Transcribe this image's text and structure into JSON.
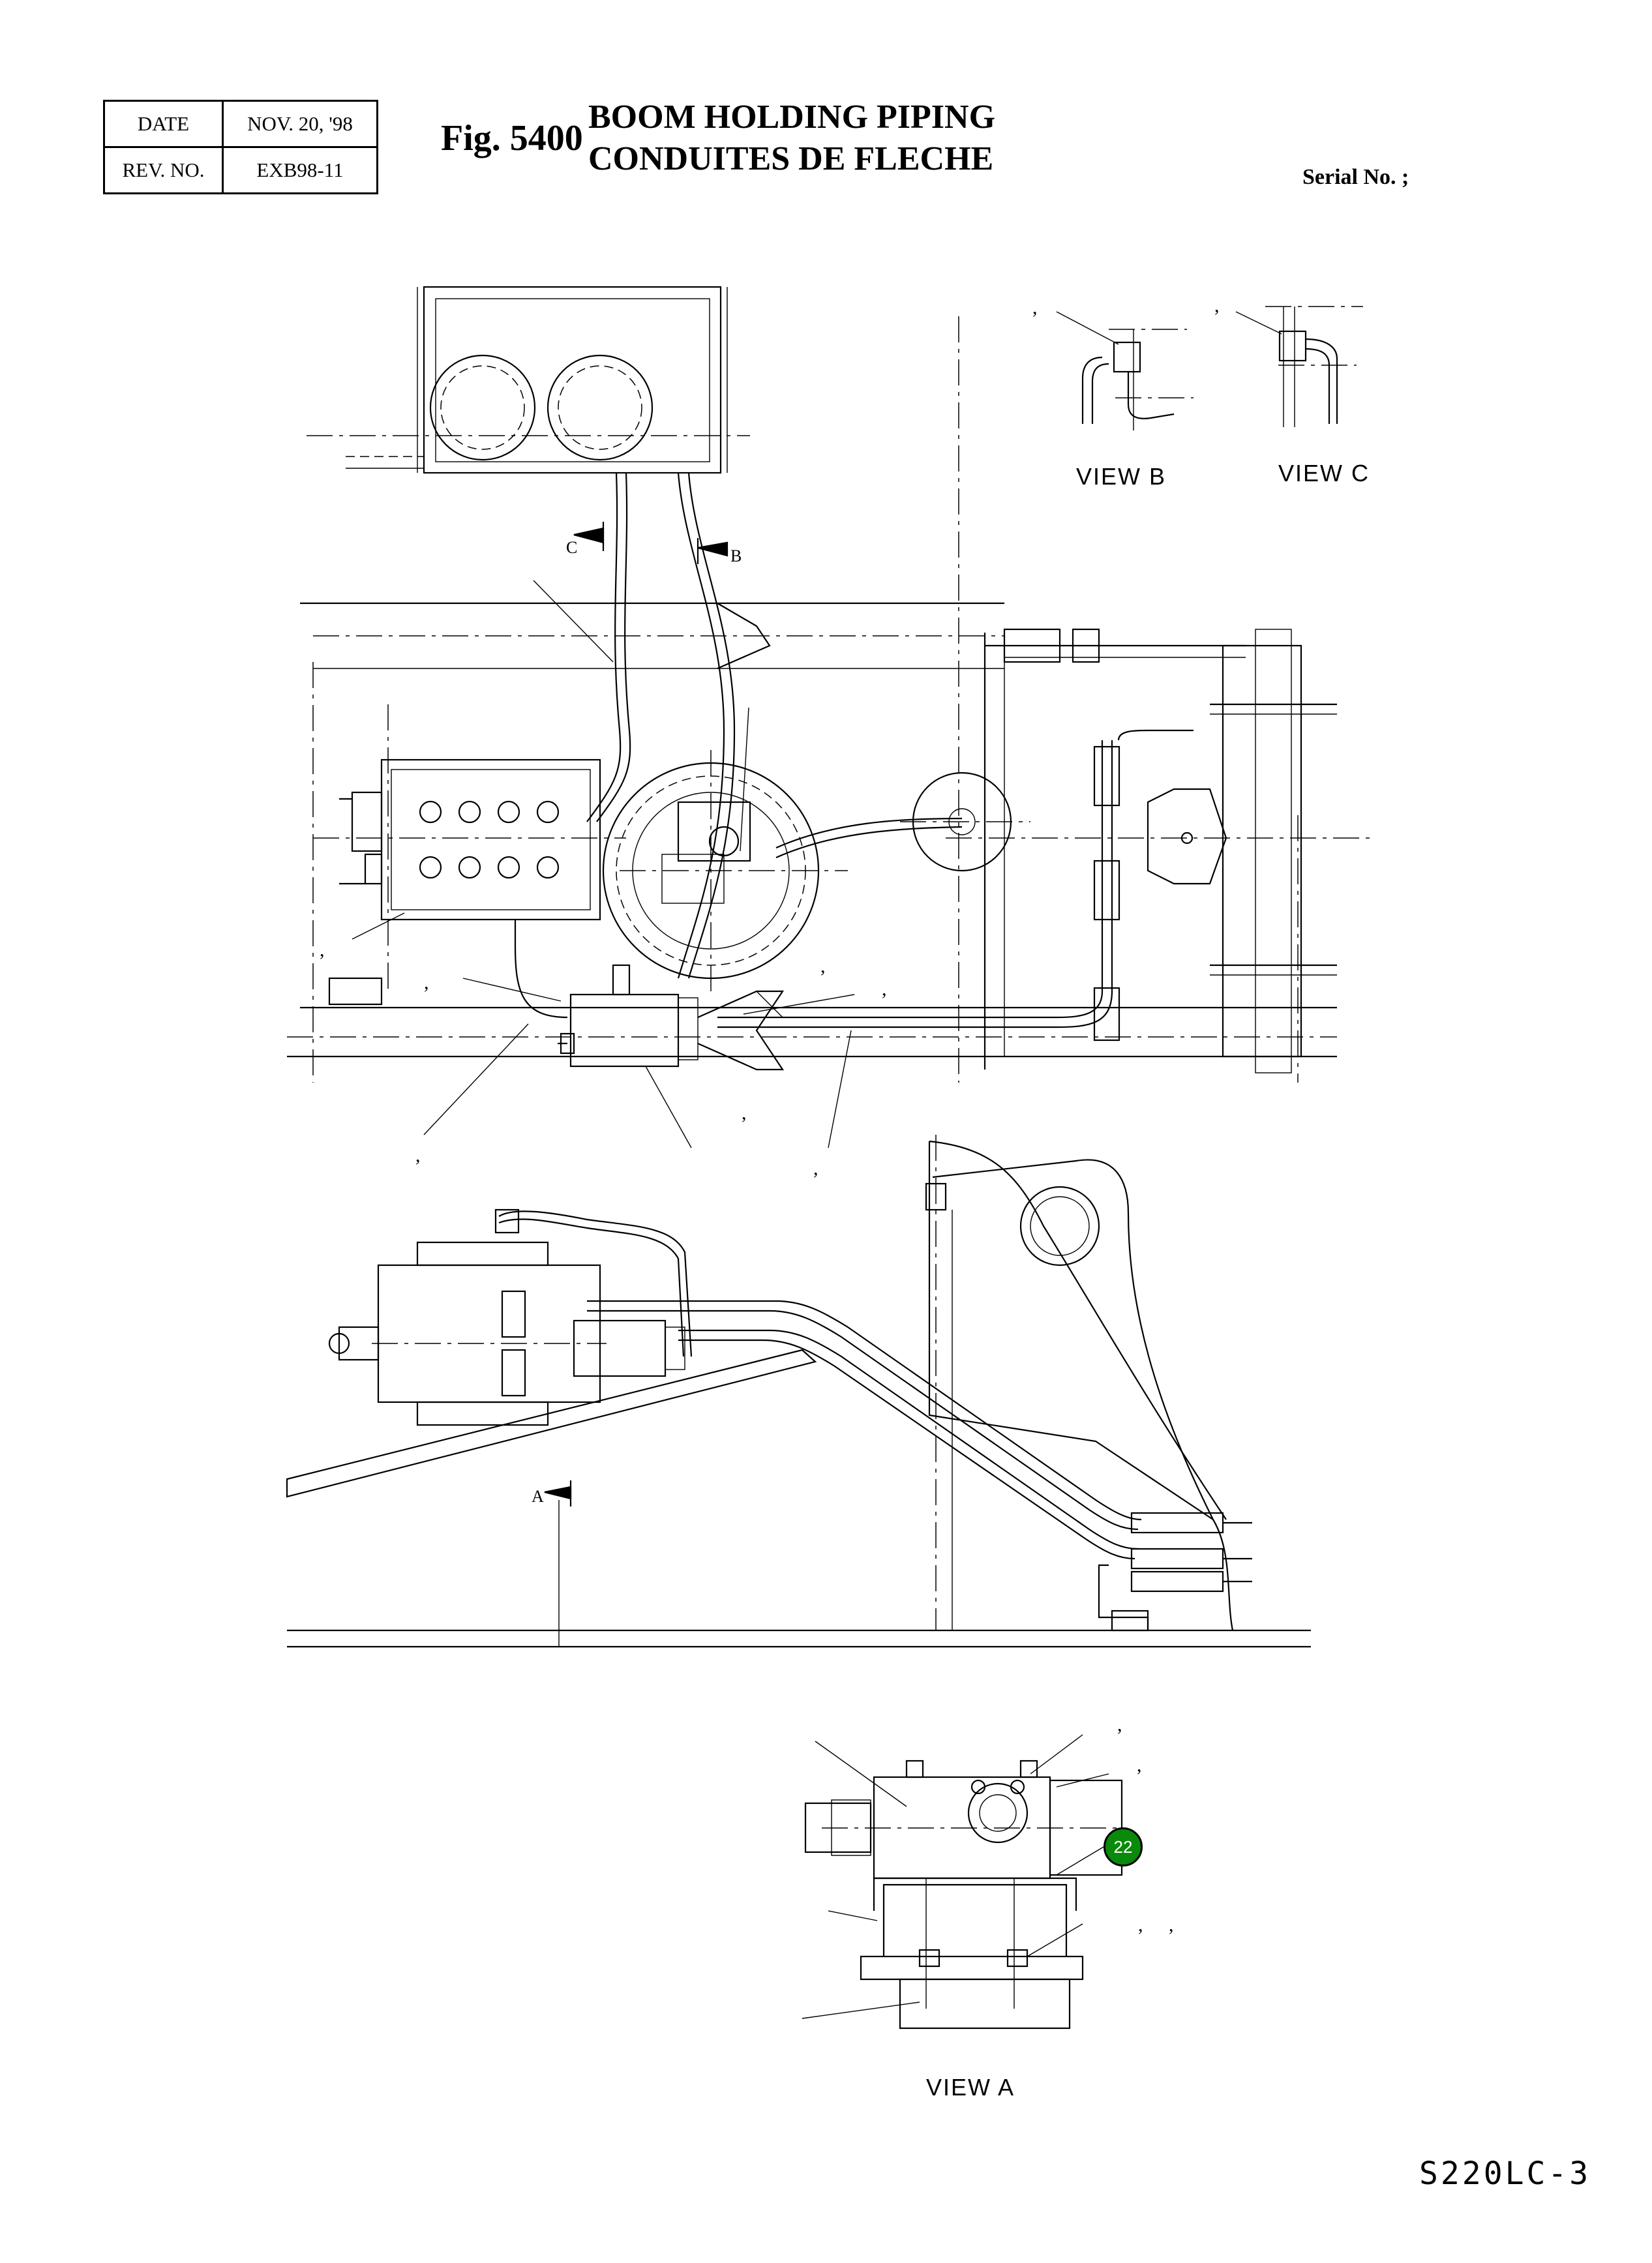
{
  "header": {
    "date_label": "DATE",
    "date_value": "NOV. 20, '98",
    "rev_label": "REV. NO.",
    "rev_value": "EXB98-11",
    "fig_number": "Fig. 5400",
    "title_en": "BOOM HOLDING PIPING",
    "title_fr": "CONDUITES DE FLECHE",
    "serial_label": "Serial No. ;"
  },
  "views": {
    "view_b": "VIEW  B",
    "view_c": "VIEW  C",
    "view_a": "VIEW  A"
  },
  "section_markers": {
    "a": "A",
    "b": "B",
    "c": "C"
  },
  "callouts": {
    "item_22": "22"
  },
  "marks": {
    "comma": ","
  },
  "footer": {
    "model": "S220LC-3"
  }
}
